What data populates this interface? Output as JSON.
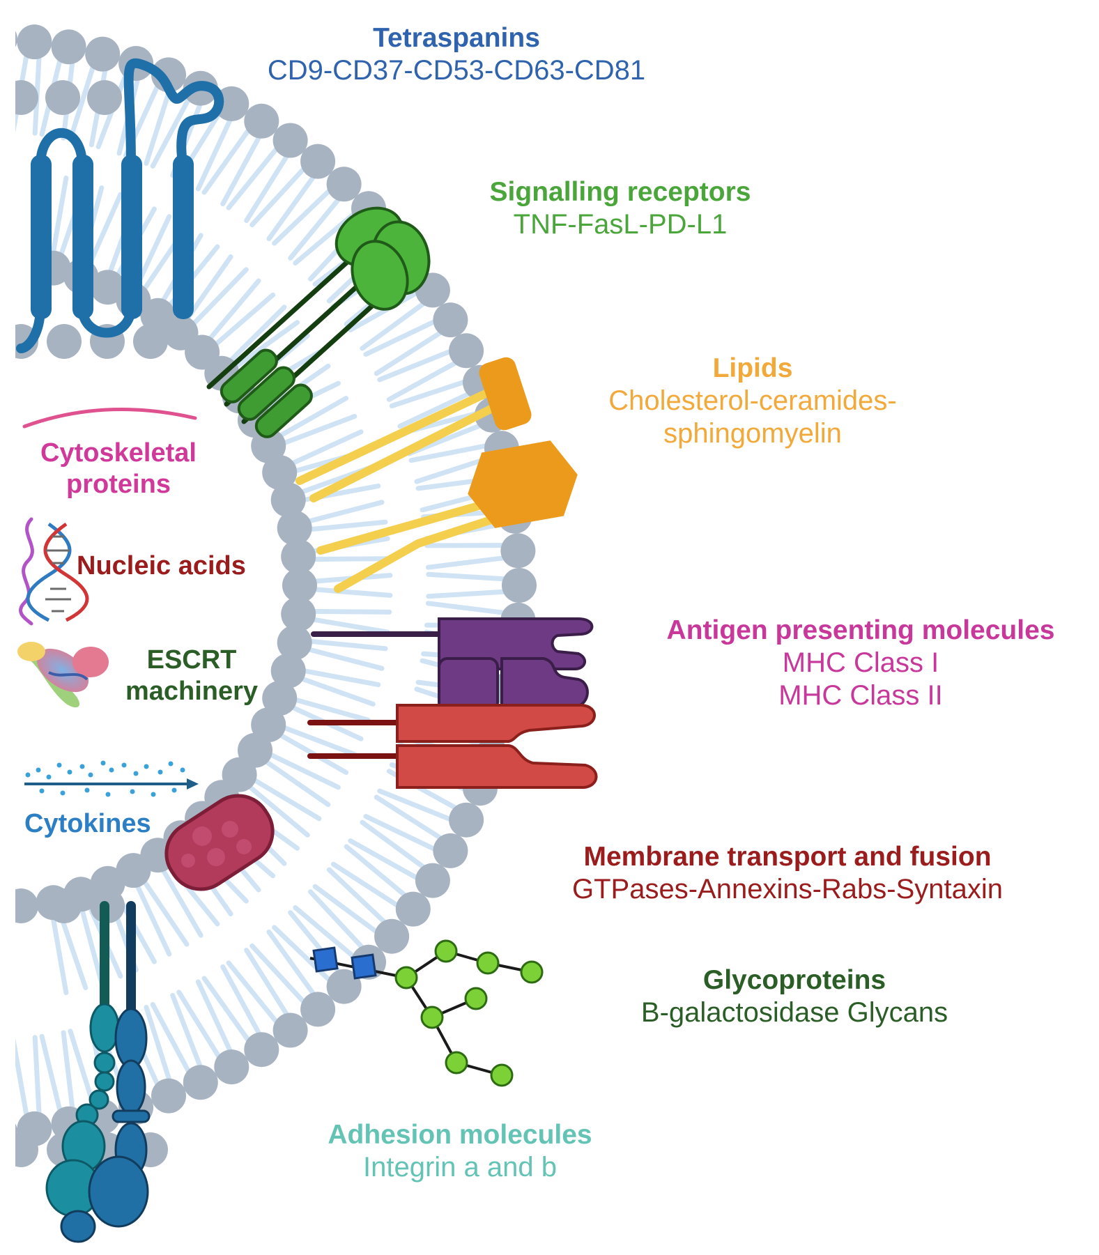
{
  "colors": {
    "tetraspanins": "#2f63ae",
    "signalling": "#4aa63a",
    "lipids": "#f2a93a",
    "antigen": "#c8389b",
    "membrane_transport": "#9a1c1c",
    "glycoproteins": "#2b5e26",
    "adhesion": "#63c3b5",
    "cytoskeletal": "#d0389a",
    "nucleic": "#9a1c1c",
    "escrt": "#2b5e26",
    "cytokines": "#2c7fc4",
    "head_group": "#a7b3c1",
    "lipid_tail": "#cfe3f5"
  },
  "labels": {
    "tetraspanins": {
      "title": "Tetraspanins",
      "sub": "CD9-CD37-CD53-CD63-CD81"
    },
    "signalling": {
      "title": "Signalling receptors",
      "sub": "TNF-FasL-PD-L1"
    },
    "lipids": {
      "title": "Lipids",
      "sub1": "Cholesterol-ceramides-",
      "sub2": "sphingomyelin"
    },
    "antigen": {
      "title": "Antigen presenting molecules",
      "sub1": "MHC Class I",
      "sub2": "MHC Class II"
    },
    "membrane_transport": {
      "title": "Membrane transport and fusion",
      "sub": "GTPases-Annexins-Rabs-Syntaxin"
    },
    "glycoproteins": {
      "title": "Glycoproteins",
      "sub": "B-galactosidase Glycans"
    },
    "adhesion": {
      "title": "Adhesion molecules",
      "sub": "Integrin a and b"
    },
    "cytoskeletal": {
      "line1": "Cytoskeletal",
      "line2": "proteins"
    },
    "nucleic": {
      "title": "Nucleic acids"
    },
    "escrt": {
      "line1": "ESCRT",
      "line2": "machinery"
    },
    "cytokines": {
      "title": "Cytokines"
    }
  }
}
